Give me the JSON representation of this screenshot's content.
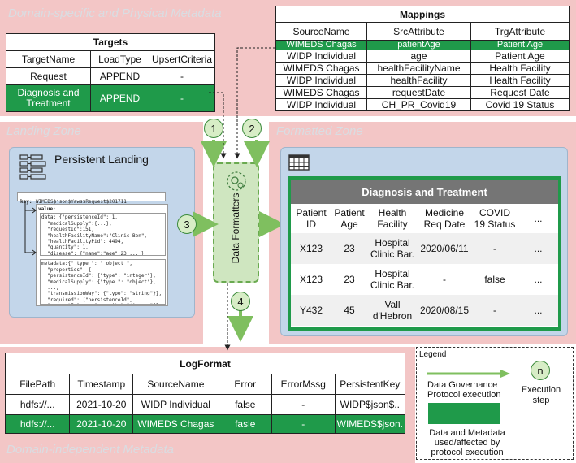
{
  "zones": {
    "domain_specific": "Domain-specific and Physical Metadata",
    "landing": "Landing Zone",
    "formatted": "Formatted Zone",
    "domain_independent": "Domain-independent Metadata"
  },
  "targets": {
    "title": "Targets",
    "headers": [
      "TargetName",
      "LoadType",
      "UpsertCriteria"
    ],
    "rows": [
      [
        "Request",
        "APPEND",
        "-"
      ],
      [
        "Diagnosis and Treatment",
        "APPEND",
        "-"
      ]
    ]
  },
  "mappings": {
    "title": "Mappings",
    "headers": [
      "SourceName",
      "SrcAttribute",
      "TrgAttribute"
    ],
    "rows": [
      [
        "WIMEDS Chagas",
        "patientAge",
        "Patient Age"
      ],
      [
        "WIDP Individual",
        "age",
        "Patient Age"
      ],
      [
        "WIMEDS Chagas",
        "healthFacilityName",
        "Health Facility"
      ],
      [
        "WIDP Individual",
        "healthFacility",
        "Health Facility"
      ],
      [
        "WIMEDS Chagas",
        "requestDate",
        "Request Date"
      ],
      [
        "WIDP Individual",
        "CH_PR_Covid19",
        "Covid 19 Status"
      ]
    ]
  },
  "persistent_landing": {
    "title": "Persistent Landing",
    "key_label": "key:",
    "key_value": "WIMEDS$json$Yaws$Request$201711",
    "value_label": "value:",
    "data_text": "data: {\"persistenceId\": 1,\n  \"medicalSupply\":{...},\n  \"requestId\":151,\n  \"healthFacilityName\":\"Clinic Bon\",\n  \"healthFacilityPid\": 4494,\n  \"quantity\": 1,\n  \"disease\": {\"name\":\"age\":23,... }",
    "metadata_text": "metadata:{\" type \": \" object \",\n  \"properties\": {\n  \"persistenceId\": {\"type\": \"integer\"},\n  \"medicalSupply\": {\"type \": \"object\"},\n  ...,\n  \"transmissionWay\": {\"type\": \"string\"}},\n  \"required\": [\"persistenceId\",\n  \"requestId\",...,\"quantity\",\"disease\"]}"
  },
  "data_formatters": {
    "label": "Data Formatters"
  },
  "steps": [
    "1",
    "2",
    "3",
    "4"
  ],
  "diagnosis": {
    "title": "Diagnosis and Treatment",
    "headers": [
      "Patient ID",
      "Patient Age",
      "Health Facility",
      "Medicine Req Date",
      "COVID 19 Status",
      "..."
    ],
    "rows": [
      [
        "X123",
        "23",
        "Hospital Clinic Bar.",
        "2020/06/11",
        "-",
        "..."
      ],
      [
        "X123",
        "23",
        "Hospital Clinic Bar.",
        "-",
        "false",
        "..."
      ],
      [
        "Y432",
        "45",
        "Vall d'Hebron",
        "2020/08/15",
        "-",
        "..."
      ]
    ]
  },
  "logformat": {
    "title": "LogFormat",
    "headers": [
      "FilePath",
      "Timestamp",
      "SourceName",
      "Error",
      "ErrorMssg",
      "PersistentKey"
    ],
    "rows": [
      [
        "hdfs://...",
        "2021-10-20",
        "WIDP Individual",
        "false",
        "-",
        "WIDP$json$.."
      ],
      [
        "hdfs://...",
        "2021-10-20",
        "WIMEDS Chagas",
        "fasle",
        "-",
        "WIMEDS$json."
      ]
    ]
  },
  "legend": {
    "title": "Legend",
    "arrow_label": "Data Governance Protocol execution",
    "circle_symbol": "n",
    "circle_label": "Execution step",
    "box_label": "Data and Metadata used/affected by protocol execution"
  },
  "colors": {
    "pink": "#f3c6c6",
    "blue": "#c3d6ea",
    "highlight_green": "#1f9a4a",
    "arrow_green": "#7fbf5f"
  }
}
